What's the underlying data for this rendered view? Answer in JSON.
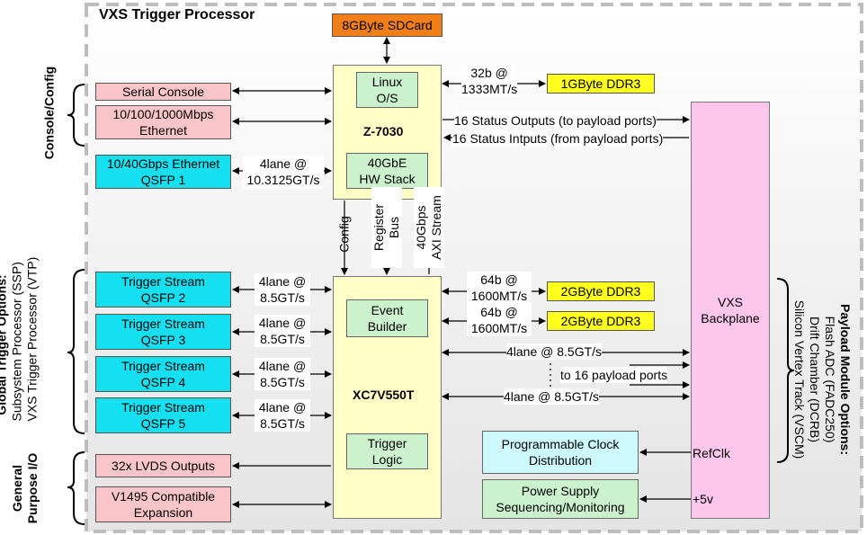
{
  "title": "VXS Trigger Processor",
  "sdcard": "8GByte SDCard",
  "zynq": {
    "name": "Z-7030",
    "linux": [
      "Linux",
      "O/S"
    ],
    "gbe": [
      "40GbE",
      "HW Stack"
    ]
  },
  "fpga": {
    "name": "XC7V550T",
    "event_builder": [
      "Event",
      "Builder"
    ],
    "trigger_logic": [
      "Trigger",
      "Logic"
    ]
  },
  "ddr3_zynq": {
    "label": "1GByte DDR3",
    "link": [
      "32b @",
      "1333MT/s"
    ]
  },
  "ddr3_fpga": [
    {
      "label": "2GByte DDR3",
      "link": [
        "64b @",
        "1600MT/s"
      ]
    },
    {
      "label": "2GByte DDR3",
      "link": [
        "64b @",
        "1600MT/s"
      ]
    }
  ],
  "console": {
    "section_label": "Console/Config",
    "serial": "Serial Console",
    "ethernet": [
      "10/100/1000Mbps",
      "Ethernet"
    ],
    "qsfp1": [
      "10/40Gbps Ethernet",
      "QSFP 1"
    ],
    "qsfp1_link": [
      "4lane @",
      "10.3125GT/s"
    ]
  },
  "status": {
    "outputs": "16 Status Outputs (to payload ports)",
    "inputs": "16 Status Intputs (from payload ports)"
  },
  "buses": {
    "config": "Config",
    "register_bus": [
      "Register",
      "Bus"
    ],
    "axi_stream": [
      "40Gbps",
      "AXI Stream"
    ]
  },
  "global_trigger": {
    "title": "Global Trigger Options:",
    "options": [
      "Subsystem Processor (SSP)",
      "VXS Trigger Processor (VTP)"
    ],
    "streams": [
      {
        "label": [
          "Trigger Stream",
          "QSFP 2"
        ],
        "link": [
          "4lane @",
          "8.5GT/s"
        ]
      },
      {
        "label": [
          "Trigger Stream",
          "QSFP 3"
        ],
        "link": [
          "4lane @",
          "8.5GT/s"
        ]
      },
      {
        "label": [
          "Trigger Stream",
          "QSFP 4"
        ],
        "link": [
          "4lane @",
          "8.5GT/s"
        ]
      },
      {
        "label": [
          "Trigger Stream",
          "QSFP 5"
        ],
        "link": [
          "4lane @",
          "8.5GT/s"
        ]
      }
    ]
  },
  "gpio": {
    "section_label": [
      "General",
      "Purpose I/O"
    ],
    "lvds": "32x LVDS Outputs",
    "v1495": [
      "V1495 Compatible",
      "Expansion"
    ]
  },
  "payload_links": {
    "link_a": "4lane @ 8.5GT/s",
    "link_b": "4lane @ 8.5GT/s",
    "ports": "to 16 payload ports"
  },
  "clock": [
    "Programmable Clock",
    "Distribution"
  ],
  "power": [
    "Power Supply",
    "Sequencing/Monitoring"
  ],
  "backplane": {
    "label": [
      "VXS",
      "Backplane"
    ],
    "refclk": "RefClk",
    "plus5v": "+5v"
  },
  "payload_module": {
    "title": "Payload Module Options:",
    "options": [
      "Flash ADC (FADC250)",
      "Drift Chamber (DCRB)",
      "Silicon Vertex Track (VSCM)"
    ]
  }
}
